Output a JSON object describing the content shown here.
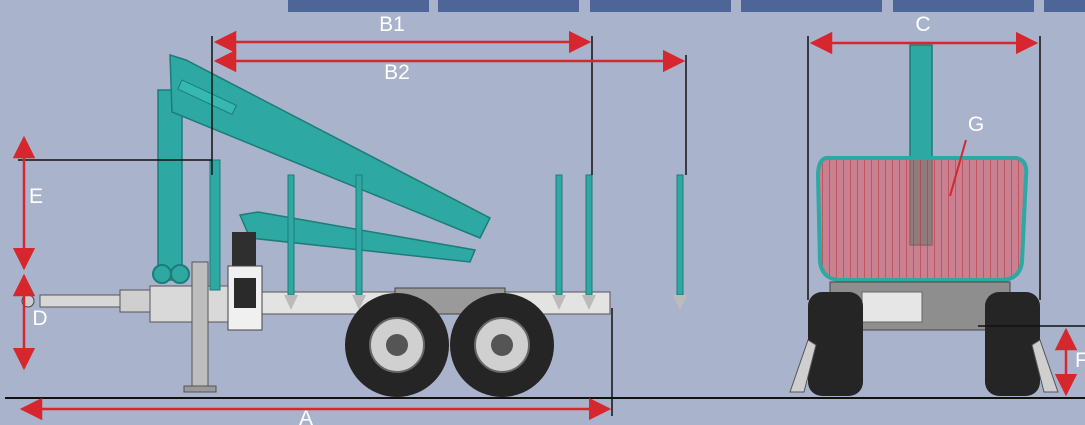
{
  "header_tabs": [
    "",
    "",
    "",
    "",
    "",
    ""
  ],
  "colors": {
    "background": "#a9b4cc",
    "crane": "#2ea8a2",
    "crane_dark": "#1c7c78",
    "arrow": "#d6262e",
    "tyre": "#252525",
    "frame": "#e3e3e3",
    "payload_area": "#e4565e",
    "tabs": "#4d6697"
  },
  "dimensions": {
    "A": "A",
    "B1": "B1",
    "B2": "B2",
    "C": "C",
    "D": "D",
    "E": "E",
    "F": "F",
    "G": "G"
  }
}
